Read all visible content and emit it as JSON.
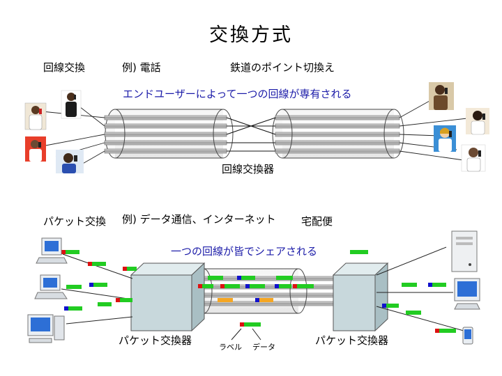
{
  "title": "交換方式",
  "circuit": {
    "heading": "回線交換",
    "example": "例) 電話",
    "analogy": "鉄道のポイント切換え",
    "caption": "エンドユーザーによって一つの回線が専有される",
    "switch_label": "回線交換器"
  },
  "packet": {
    "heading": "パケット交換",
    "example": "例) データ通信、インターネット",
    "analogy": "宅配便",
    "caption": "一つの回線が皆でシェアされる",
    "switch_left_label": "パケット交換器",
    "switch_right_label": "パケット交換器",
    "label_label": "ラベル",
    "data_label": "データ"
  },
  "icons": {
    "people": "person-on-phone-icon",
    "computers": "computer-icon",
    "switch": "switch-box-icon",
    "cable": "cable-bundle-icon"
  },
  "colors": {
    "caption": "#1a1aa8",
    "packet_data": "#22cc22",
    "label_red": "#dd1111",
    "label_blue": "#1111cc",
    "packet_orange": "#f5a623",
    "switch_face": "#c8d8dc"
  }
}
